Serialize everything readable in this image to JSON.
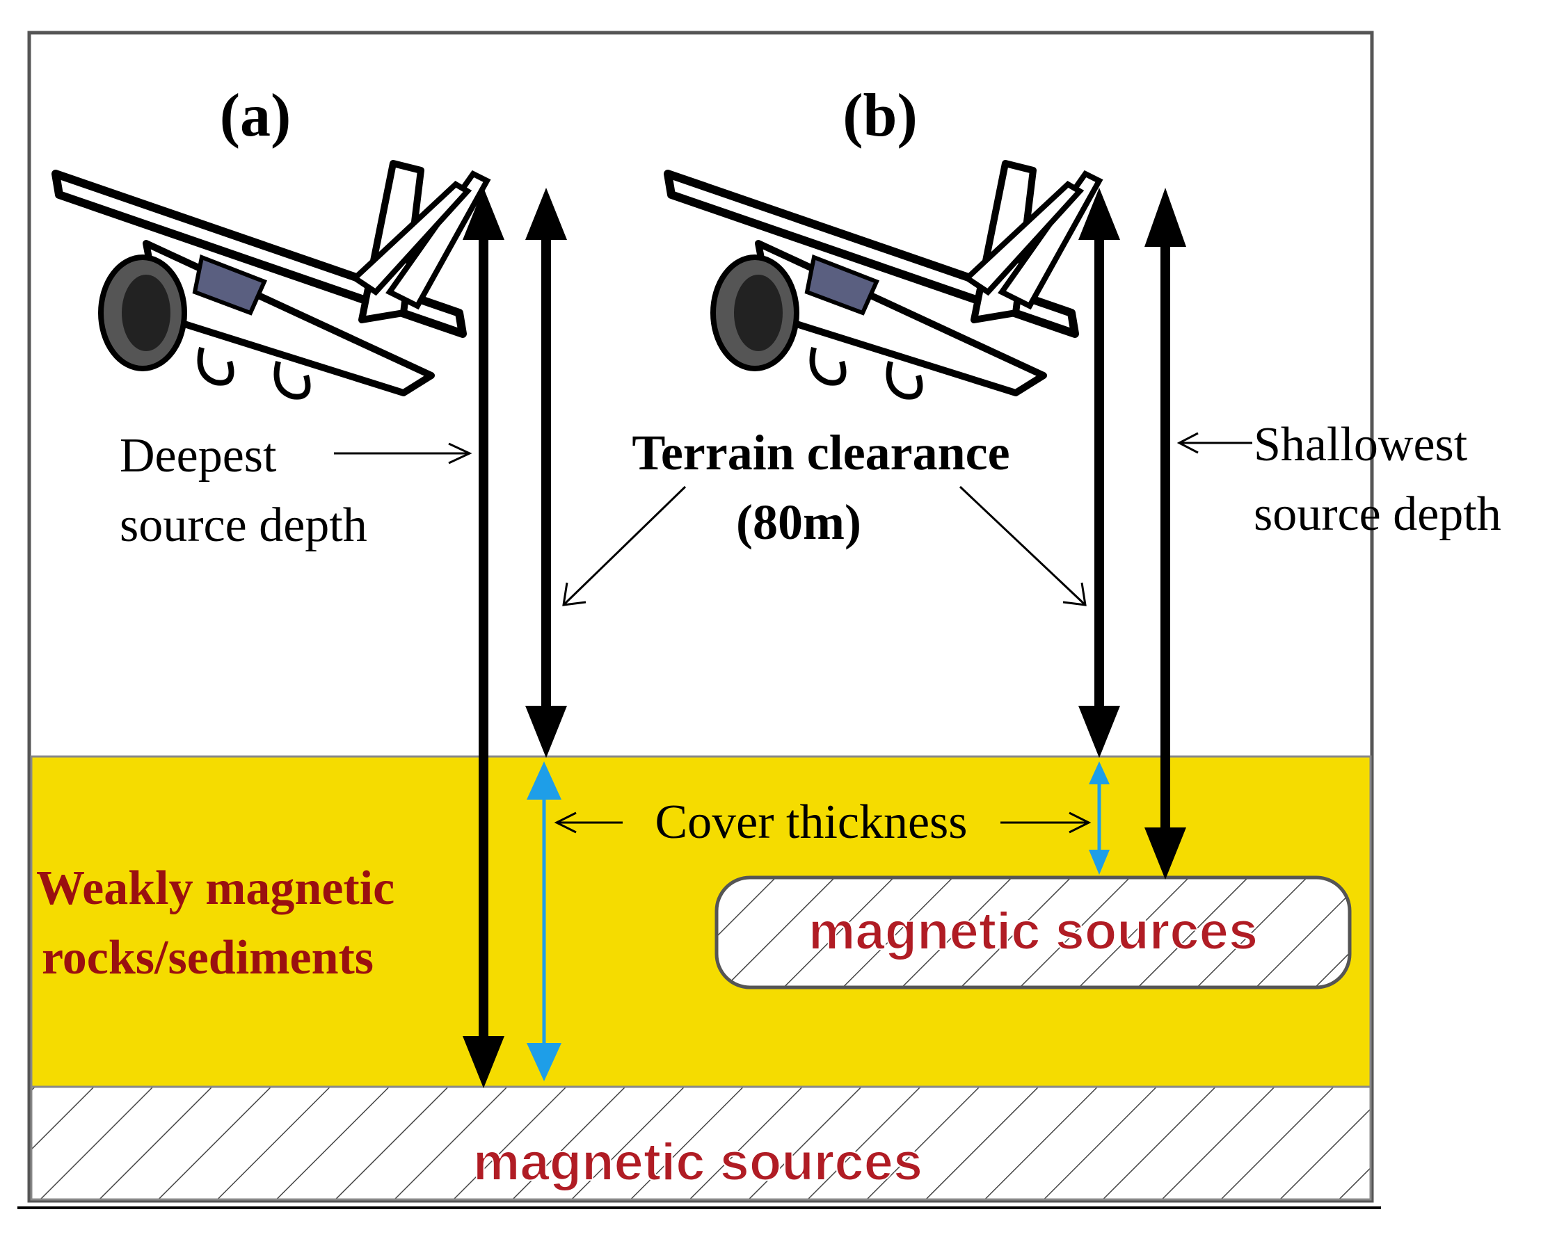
{
  "panels": {
    "a_label": "(a)",
    "b_label": "(b)"
  },
  "labels": {
    "deepest_line1": "Deepest",
    "deepest_line2": "source depth",
    "terrain_line1": "Terrain clearance",
    "terrain_line2": "(80m)",
    "shallowest_line1": "Shallowest",
    "shallowest_line2": "source depth",
    "cover_thickness": "Cover thickness",
    "weak_line1": "Weakly magnetic",
    "weak_line2": "rocks/sediments",
    "magnetic_sources_lens": "magnetic sources",
    "magnetic_sources_basement": "magnetic sources"
  },
  "colors": {
    "cover_layer": "#f5dc00",
    "weak_text": "#9a1010",
    "magnetic_text": "#b01c24",
    "cover_arrow": "#1e9ee8",
    "arrow": "#000000"
  },
  "icons": {
    "plane_a": "airplane-icon",
    "plane_b": "airplane-icon"
  }
}
